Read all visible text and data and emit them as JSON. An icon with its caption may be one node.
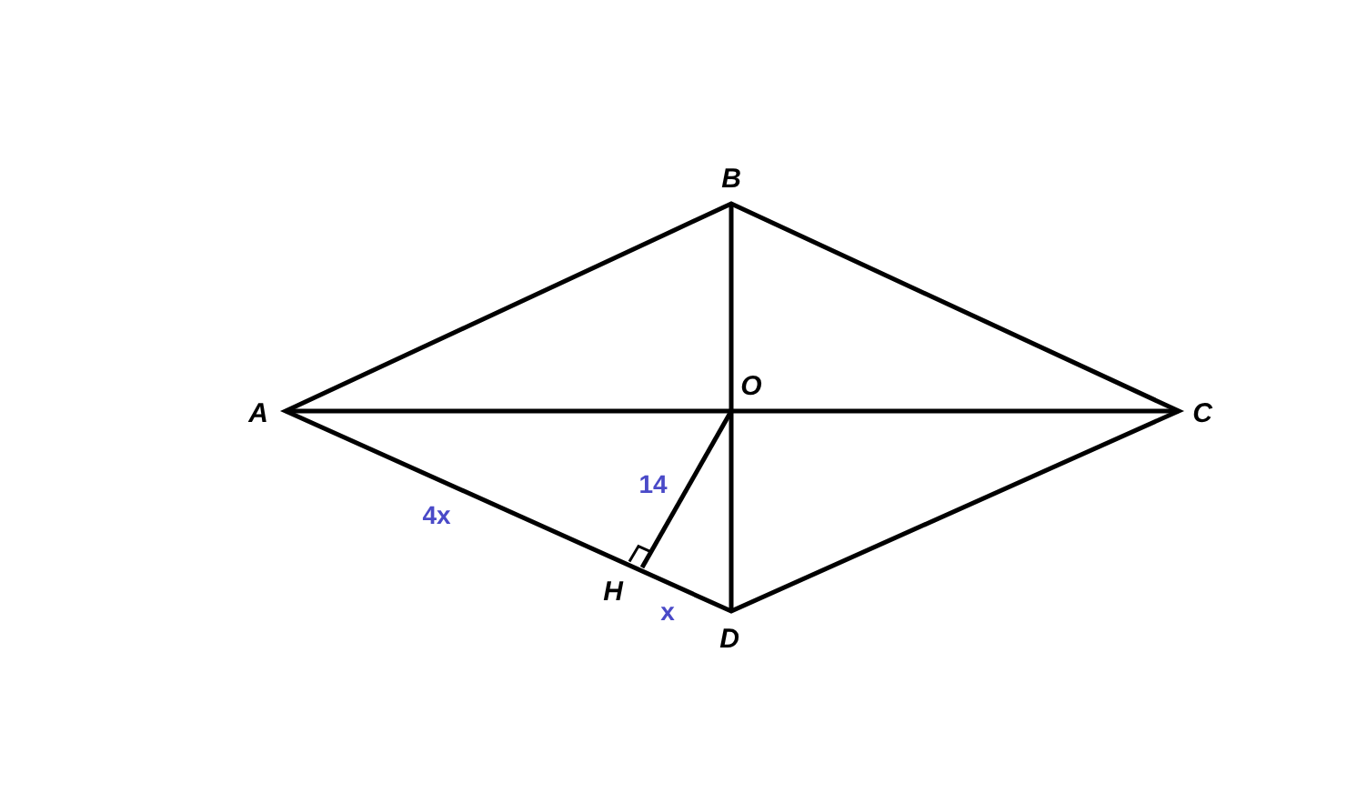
{
  "diagram": {
    "labels": [
      "B",
      "A",
      "O",
      "C",
      "14",
      "4x",
      "H",
      "x",
      "D"
    ]
  }
}
